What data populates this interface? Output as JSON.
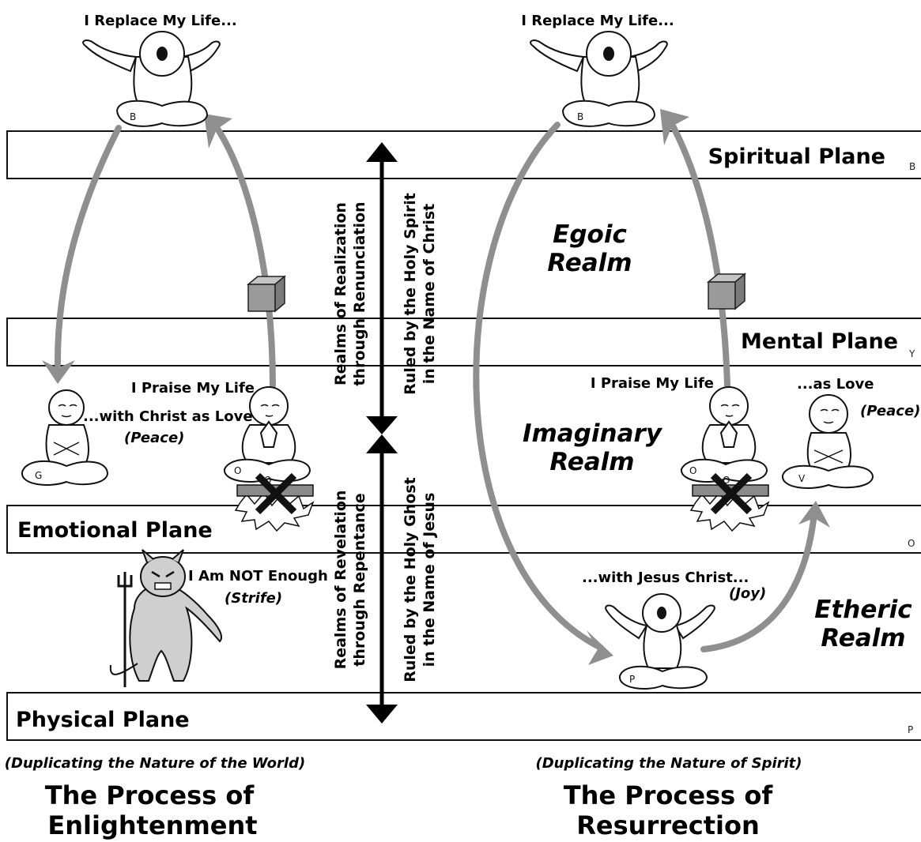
{
  "planes": {
    "spiritual": {
      "label": "Spiritual Plane",
      "letter": "B"
    },
    "mental": {
      "label": "Mental Plane",
      "letter": "Y"
    },
    "emotional": {
      "label": "Emotional Plane",
      "letter": "O"
    },
    "physical": {
      "label": "Physical Plane",
      "letter": "P"
    }
  },
  "center_axis": {
    "upper_col1_line1": "Realms of Realization",
    "upper_col1_line2": "through Renunciation",
    "upper_col2_line1": "Ruled by the Holy Spirit",
    "upper_col2_line2": "in the Name of Christ",
    "lower_col1_line1": "Realms of Revelation",
    "lower_col1_line2": "through Repentance",
    "lower_col2_line1": "Ruled by the Holy Ghost",
    "lower_col2_line2": "in the Name of Jesus"
  },
  "left": {
    "top_caption": "I Replace My Life...",
    "praise_caption": "I Praise My Life",
    "christ_caption": "...with Christ as Love",
    "christ_sub": "(Peace)",
    "devil_caption": "I Am NOT Enough",
    "devil_sub": "(Strife)",
    "subtitle": "(Duplicating the Nature of the World)",
    "title_line1": "The Process of",
    "title_line2": "Enlightenment",
    "fig_top_letter": "B",
    "fig_mid_letter": "G",
    "fig_praise_letters": [
      "O",
      "O"
    ]
  },
  "right": {
    "top_caption": "I Replace My Life...",
    "praise_caption": "I Praise My Life",
    "love_caption": "...as Love",
    "love_sub": "(Peace)",
    "jesus_caption": "...with Jesus Christ...",
    "jesus_sub": "(Joy)",
    "egoic_line1": "Egoic",
    "egoic_line2": "Realm",
    "imaginary_line1": "Imaginary",
    "imaginary_line2": "Realm",
    "etheric_line1": "Etheric",
    "etheric_line2": "Realm",
    "subtitle": "(Duplicating the Nature of Spirit)",
    "title_line1": "The Process of",
    "title_line2": "Resurrection",
    "fig_top_letter": "B",
    "fig_love_letter": "V",
    "fig_bottom_letter": "P",
    "fig_praise_letters": [
      "O",
      "O"
    ]
  },
  "colors": {
    "arrow_gray": "#8f8f8f",
    "devil_gray": "#cfcfcf",
    "cube_gray": "#9a9a9a"
  }
}
